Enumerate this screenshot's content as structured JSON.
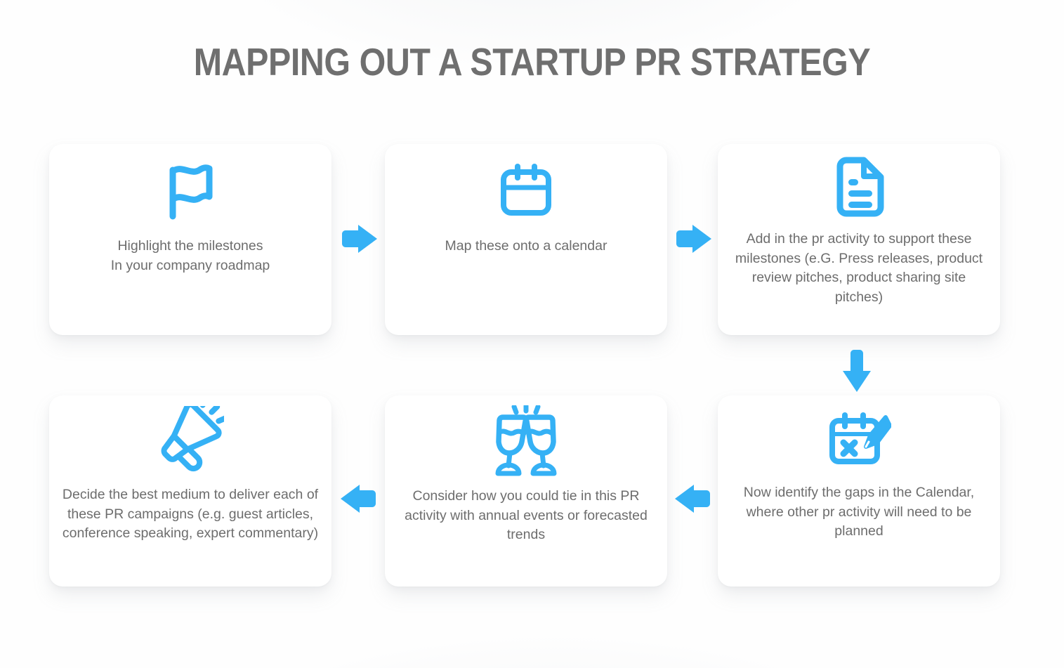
{
  "header": {
    "title": "MAPPING OUT A STARTUP PR STRATEGY"
  },
  "theme": {
    "accent_blue": "#35b1f5",
    "text_gray": "#6d6d6d",
    "title_gray": "#6f6f6f",
    "card_bg": "#ffffff",
    "page_bg": "#fefefe"
  },
  "flow": {
    "cards": [
      {
        "id": "card-0",
        "step": 1,
        "icon": "flag-icon",
        "text": "Highlight the milestones\nIn your company roadmap"
      },
      {
        "id": "card-1",
        "step": 2,
        "icon": "calendar-icon",
        "text": "Map these onto a calendar"
      },
      {
        "id": "card-2",
        "step": 3,
        "icon": "document-icon",
        "text": "Add in the pr activity to support these milestones (e.G. Press releases, product review pitches, product sharing site pitches)"
      },
      {
        "id": "card-3",
        "step": 4,
        "icon": "calendar-edit-icon",
        "text": "Now identify the gaps in the Calendar, where other pr activity will need to be planned"
      },
      {
        "id": "card-4",
        "step": 5,
        "icon": "cheers-glasses-icon",
        "text": "Consider how you could tie in  this PR activity with annual events or forecasted trends"
      },
      {
        "id": "card-5",
        "step": 6,
        "icon": "megaphone-icon",
        "text": "Decide the best medium to deliver each of these PR campaigns (e.g. guest articles, conference speaking, expert commentary)"
      }
    ],
    "connectors": [
      {
        "id": "arrow-r1",
        "icon": "arrow-right-icon",
        "from": "card-0",
        "to": "card-1"
      },
      {
        "id": "arrow-r2",
        "icon": "arrow-right-icon",
        "from": "card-1",
        "to": "card-2"
      },
      {
        "id": "arrow-down",
        "icon": "arrow-down-icon",
        "from": "card-2",
        "to": "card-3"
      },
      {
        "id": "arrow-l1",
        "icon": "arrow-left-icon",
        "from": "card-3",
        "to": "card-4"
      },
      {
        "id": "arrow-l2",
        "icon": "arrow-left-icon",
        "from": "card-4",
        "to": "card-5"
      }
    ]
  }
}
